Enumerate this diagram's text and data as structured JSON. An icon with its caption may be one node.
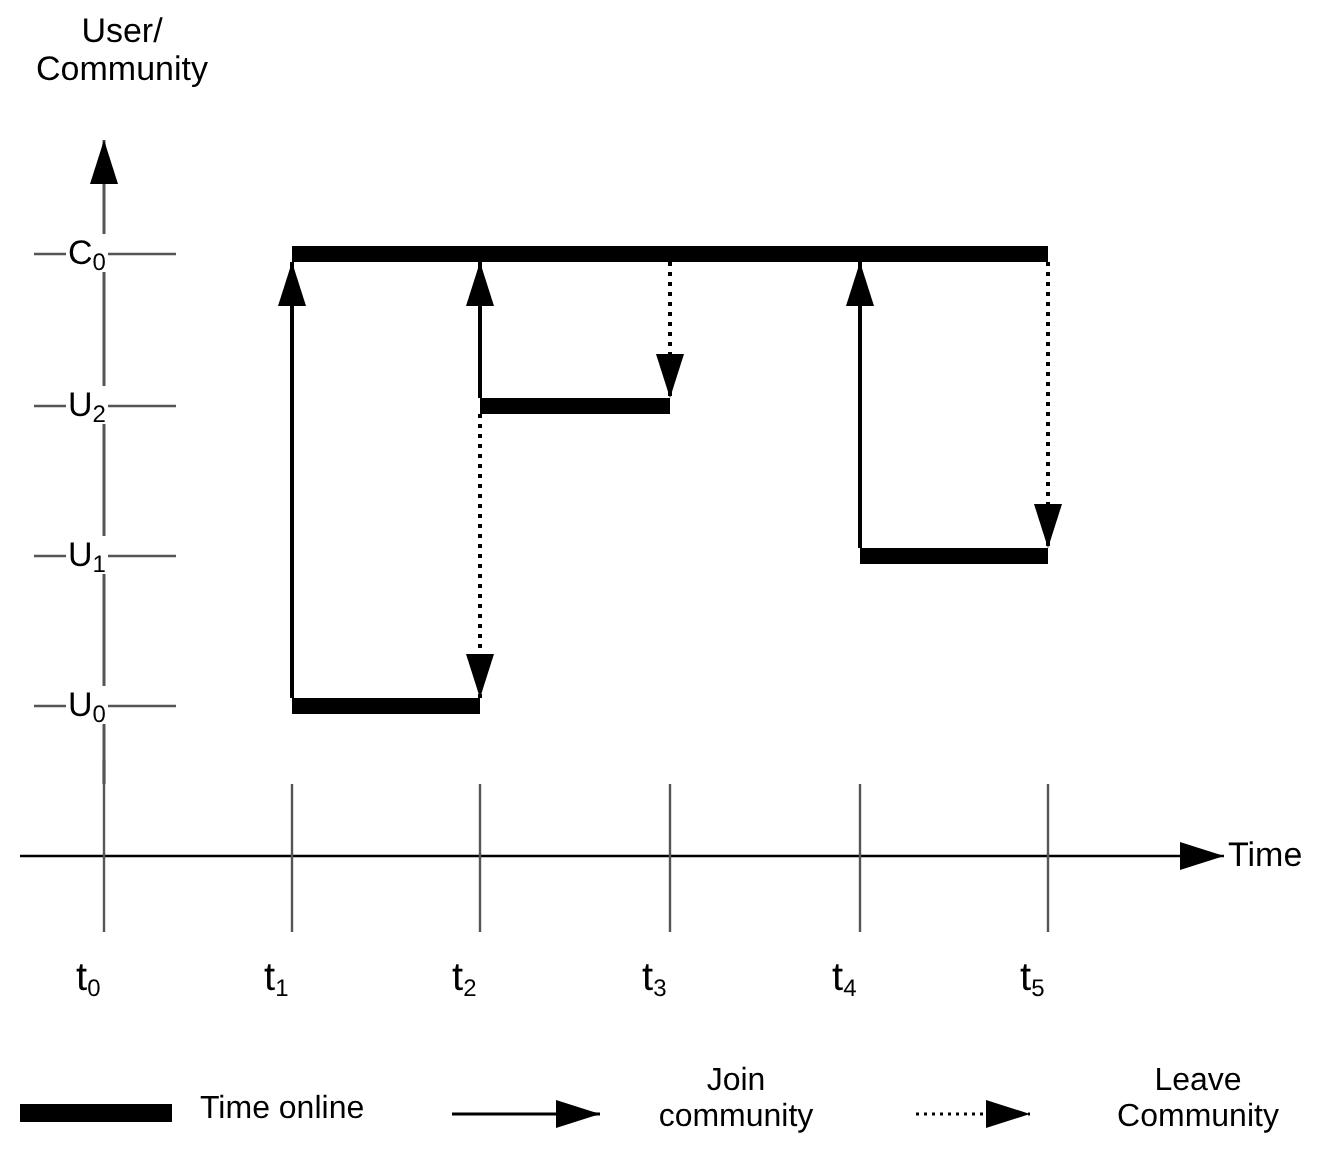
{
  "diagram": {
    "nodes": [
      {
        "text": [],
        "shape": "bar"
      },
      {
        "text": [],
        "shape": "bar"
      },
      {
        "text": [],
        "shape": "bar"
      },
      {
        "text": [],
        "shape": "bar"
      }
    ],
    "edges": [
      {
        "from": 3,
        "to": 0,
        "arrow": "to"
      },
      {
        "from": 1,
        "to": 0,
        "arrow": "to"
      },
      {
        "from": 1,
        "to": 3,
        "arrow": "to",
        "style": "dashed"
      },
      {
        "from": 0,
        "to": 1,
        "arrow": "to",
        "style": "dashed"
      },
      {
        "from": 2,
        "to": 0,
        "arrow": "to"
      },
      {
        "from": 0,
        "to": 2,
        "arrow": "to",
        "style": "dashed"
      }
    ],
    "labels": [
      "User/ Community",
      "C$_{0}$",
      "U$_{2}$",
      "U$_{1}$",
      "U$_{0}$",
      "Time",
      "t$_{0}$",
      "t$_{1}$",
      "t$_{2}$",
      "t$_{3}$",
      "t$_{4}$",
      "t$_{5}$"
    ],
    "legend": [
      {
        "text": "Time online"
      },
      {
        "text": "Join community"
      },
      {
        "text": "Leave Community"
      }
    ]
  }
}
